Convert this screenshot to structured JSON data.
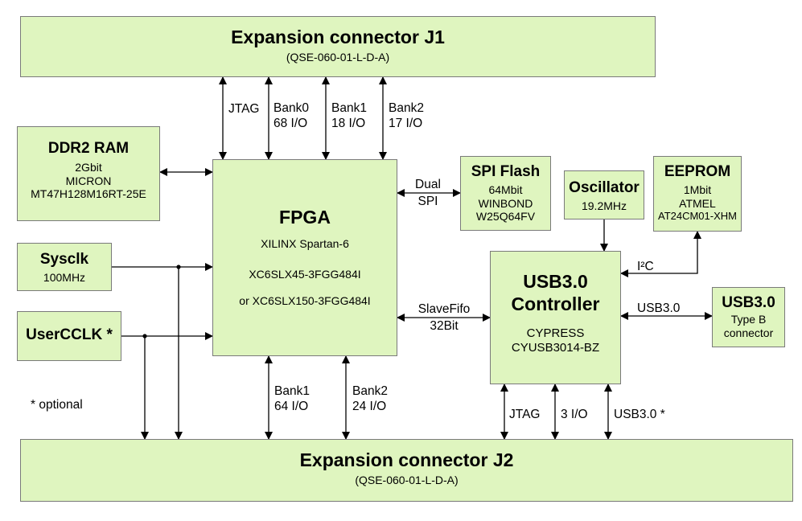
{
  "blocks": {
    "j1": {
      "title": "Expansion connector J1",
      "part": "(QSE-060-01-L-D-A)"
    },
    "j2": {
      "title": "Expansion connector J2",
      "part": "(QSE-060-01-L-D-A)"
    },
    "ddr2": {
      "title": "DDR2 RAM",
      "l1": "2Gbit",
      "l2": "MICRON",
      "l3": "MT47H128M16RT-25E"
    },
    "fpga": {
      "title": "FPGA",
      "l1": "XILINX Spartan-6",
      "l2": "XC6SLX45-3FGG484I",
      "l3": "or XC6SLX150-3FGG484I"
    },
    "sysclk": {
      "title": "Sysclk",
      "l1": "100MHz"
    },
    "usercclk": {
      "title": "UserCCLK *"
    },
    "spiflash": {
      "title": "SPI Flash",
      "l1": "64Mbit",
      "l2": "WINBOND",
      "l3": "W25Q64FV"
    },
    "oscillator": {
      "title": "Oscillator",
      "l1": "19.2MHz"
    },
    "eeprom": {
      "title": "EEPROM",
      "l1": "1Mbit",
      "l2": "ATMEL",
      "l3": "AT24CM01-XHM"
    },
    "usb3ctrl": {
      "title1": "USB3.0",
      "title2": "Controller",
      "l1": "CYPRESS",
      "l2": "CYUSB3014-BZ"
    },
    "usb3conn": {
      "title": "USB3.0",
      "l1": "Type B",
      "l2": "connector"
    }
  },
  "connections": {
    "jtag_j1": "JTAG",
    "bank0_top": {
      "name": "Bank0",
      "io": "68 I/O"
    },
    "bank1_top": {
      "name": "Bank1",
      "io": "18 I/O"
    },
    "bank2_top": {
      "name": "Bank2",
      "io": "17 I/O"
    },
    "dual_spi": {
      "l1": "Dual",
      "l2": "SPI"
    },
    "slavefifo": {
      "l1": "SlaveFifo",
      "l2": "32Bit"
    },
    "i2c": "I²C",
    "usb30_link": "USB3.0",
    "bank1_bottom": {
      "name": "Bank1",
      "io": "64 I/O"
    },
    "bank2_bottom": {
      "name": "Bank2",
      "io": "24 I/O"
    },
    "jtag_j2": "JTAG",
    "io3": "3 I/O",
    "usb30_j2": "USB3.0 *"
  },
  "note": "* optional"
}
